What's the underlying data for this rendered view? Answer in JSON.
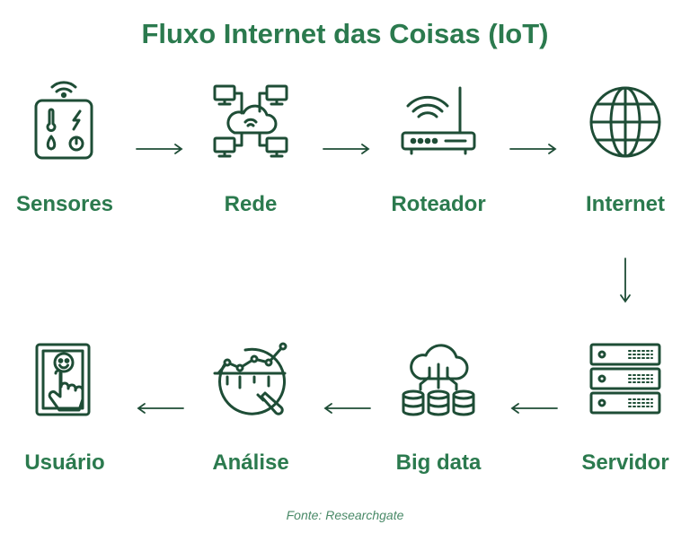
{
  "title": "Fluxo Internet das Coisas (IoT)",
  "colors": {
    "icon": "#1e4d36",
    "text": "#2b7a4e",
    "source": "#4a8a68"
  },
  "nodes": [
    {
      "label": "Sensores",
      "icon": "sensor-panel-icon"
    },
    {
      "label": "Rede",
      "icon": "network-icon"
    },
    {
      "label": "Roteador",
      "icon": "router-icon"
    },
    {
      "label": "Internet",
      "icon": "globe-icon"
    },
    {
      "label": "Servidor",
      "icon": "server-icon"
    },
    {
      "label": "Big data",
      "icon": "big-data-icon"
    },
    {
      "label": "Análise",
      "icon": "analysis-icon"
    },
    {
      "label": "Usuário",
      "icon": "user-touch-icon"
    }
  ],
  "source": "Fonte: Researchgate"
}
